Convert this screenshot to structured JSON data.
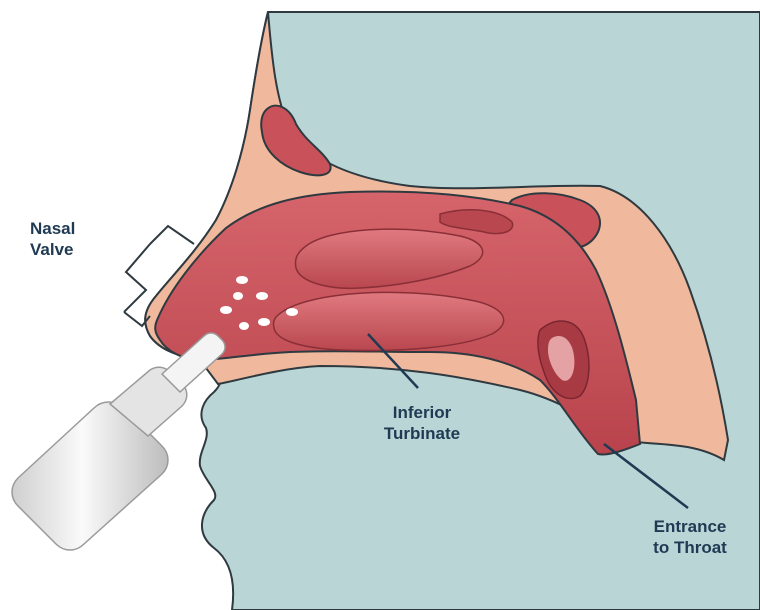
{
  "labels": {
    "nasal_valve": {
      "line1": "Nasal",
      "line2": "Valve"
    },
    "inferior_turbinate": {
      "line1": "Inferior",
      "line2": "Turbinate"
    },
    "throat_entrance": {
      "line1": "Entrance",
      "line2": "to Throat"
    }
  },
  "colors": {
    "face_background": "#b9d5d6",
    "skin": "#f0b89c",
    "nasal_cavity": "#c9525a",
    "mucosa_dark": "#a83a44",
    "outline": "#3a3a3a",
    "label_text": "#1f3a52",
    "spray_bottle": "#eeeeee",
    "spray_droplets": "#ffffff"
  }
}
